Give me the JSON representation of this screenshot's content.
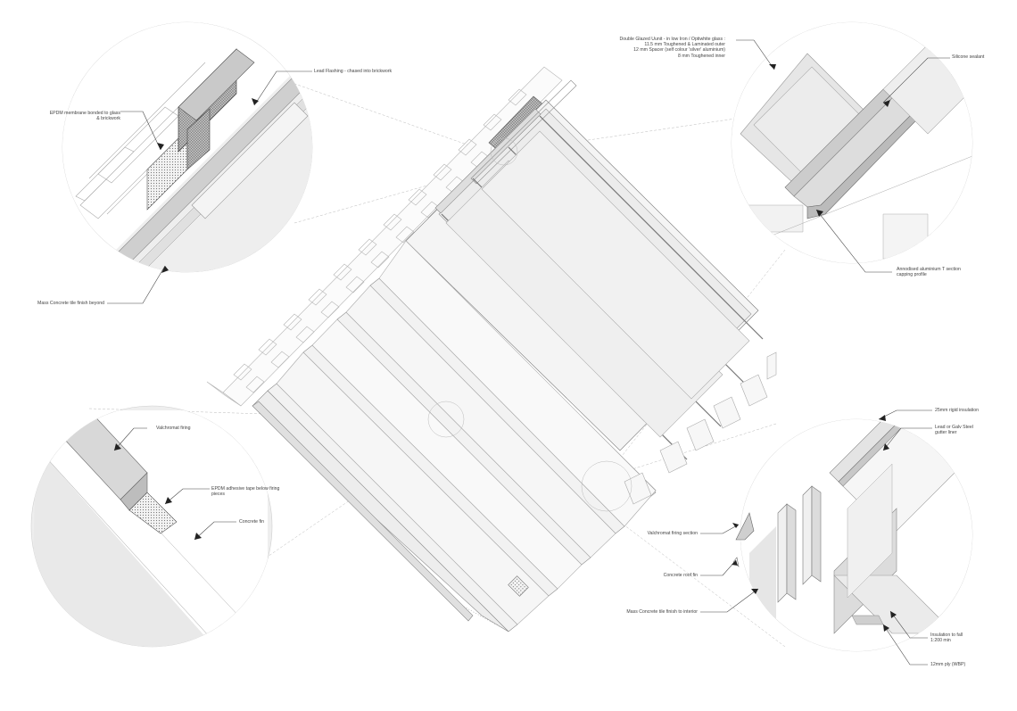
{
  "annotations": {
    "lead_flashing": "Lead Flashing - chased into brickwork",
    "epdm_membrane": [
      "EPDM membrane bonded to glass",
      "& brickwork"
    ],
    "mass_concrete_beyond": "Mass Concrete tile finish beyond",
    "double_glazed_unit": [
      "Double Glazed Uunit - in low Iron / Optiwhite glass :",
      "11.5 mm Toughened & Laminated outer",
      "12 mm Spacer (self colour 'silver' aluminium)",
      "8 mm Toughened inner"
    ],
    "silicone_sealant": "Silicone sealant",
    "anodised_capping": [
      "Annodised aluminium T section",
      "capping profile"
    ],
    "valchromat_firing": "Valchromat firing",
    "epdm_tape": [
      "EPDM adhesive tape below firing",
      "pieces"
    ],
    "concrete_fin": "Concrete fin",
    "rigid_insulation": "25mm rigid insulation",
    "gutter_liner": [
      "Lead or Galv Steel",
      "gutter liner"
    ],
    "valchromat_section": "Valchromat firing section",
    "concrete_roof_fin": "Concrete roof fin",
    "mass_concrete_interior": "Mass Concrete tile finish to interior",
    "insulation_fall": [
      "Insulation to fall",
      "1:200 min"
    ],
    "ply": "12mm ply (WBP)"
  },
  "colors": {
    "line": "#8a8a8a",
    "dark_line": "#555555",
    "circle_fill": "#e9e9e9",
    "glass_fill": "#ececec",
    "hatch": "#6a6a6a"
  }
}
